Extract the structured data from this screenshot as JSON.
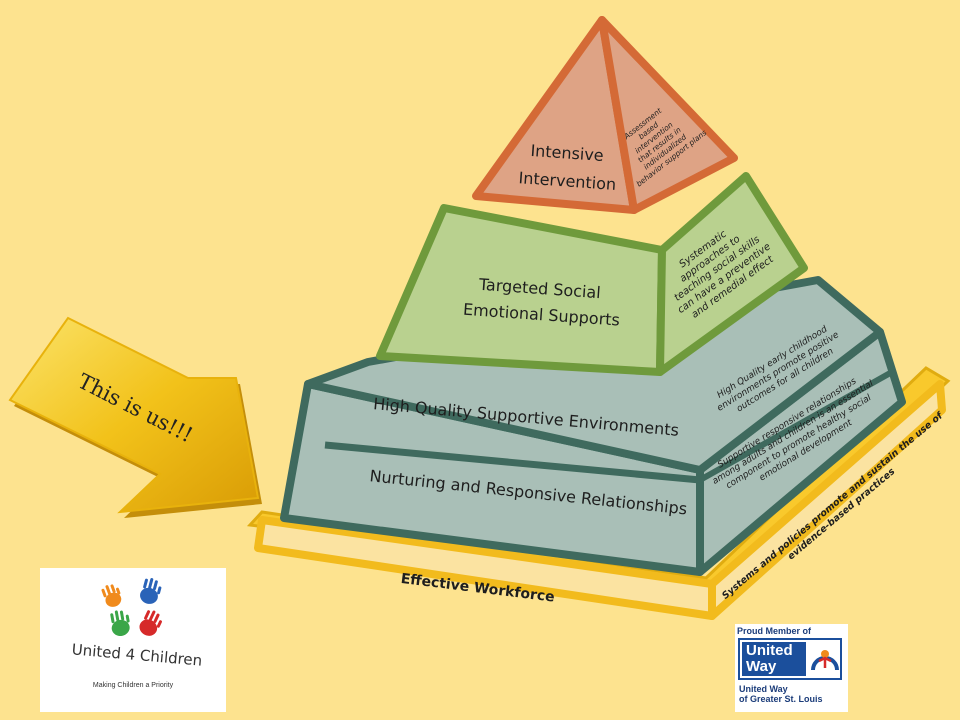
{
  "pyramid": {
    "tiers": [
      {
        "id": "intensive",
        "label_lines": [
          "Intensive",
          "Intervention"
        ],
        "side_lines": [
          "Assessment",
          "based",
          "intervention",
          "that results in",
          "individualized",
          "behavior support plans"
        ],
        "color": "#d98a6a"
      },
      {
        "id": "targeted",
        "label_lines": [
          "Targeted Social",
          "Emotional Supports"
        ],
        "side_lines": [
          "Systematic",
          "approaches to",
          "teaching social skills",
          "can have a preventive",
          "and remedial effect"
        ],
        "color": "#b9d18f"
      },
      {
        "id": "environments",
        "label_lines": [
          "High Quality Supportive Environments"
        ],
        "side_lines": [
          "High Quality early childhood",
          "environments promote positive",
          "outcomes for all children"
        ],
        "color": "#a9bfb7"
      },
      {
        "id": "relationships",
        "label_lines": [
          "Nurturing and Responsive Relationships"
        ],
        "side_lines": [
          "Supportive responsive relationships",
          "among adults and children is an essential",
          "component to promote healthy social",
          "emotional development"
        ],
        "color": "#a9bfb7"
      }
    ],
    "base": {
      "label": "Effective Workforce",
      "side_lines": [
        "Systems and policies promote and sustain the use of",
        "evidence-based practices"
      ]
    }
  },
  "arrow": {
    "text": "This is us!!!"
  },
  "logos": {
    "u4c": {
      "name": "United 4 Children",
      "tagline": "Making Children a Priority"
    },
    "united_way": {
      "member": "Proud Member of",
      "word1": "United",
      "word2": "Way",
      "sub1": "United Way",
      "sub2": "of Greater St. Louis"
    }
  },
  "colors": {
    "background": "#fde38f",
    "outline_orange": "#d46a36",
    "outline_green": "#6f9a3c",
    "outline_teal": "#3f6a5e",
    "base_yellow": "#f9c92c",
    "arrow_yellow": "#f2c21a"
  }
}
